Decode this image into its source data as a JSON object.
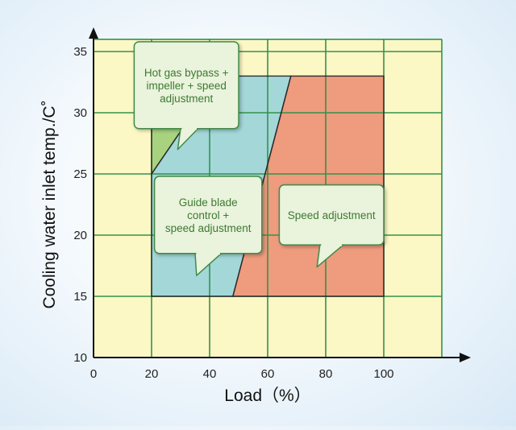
{
  "chart_data": {
    "type": "area",
    "xlabel": "Load（%）",
    "ylabel": "Cooling water inlet temp./C˚",
    "xlim": [
      0,
      120
    ],
    "ylim": [
      10,
      36
    ],
    "x_ticks": [
      0,
      20,
      40,
      60,
      80,
      100
    ],
    "y_ticks": [
      10,
      15,
      20,
      25,
      30,
      35
    ],
    "grid": true,
    "regions": [
      {
        "label": "Hot gas bypass +\nimpeller + speed\nadjustment",
        "color": "#a8d37e",
        "polygon": [
          [
            20,
            25
          ],
          [
            20,
            33
          ],
          [
            43,
            33
          ]
        ]
      },
      {
        "label": "Guide blade\ncontrol +\nspeed adjustment",
        "color": "#a3d7d8",
        "polygon": [
          [
            20,
            15
          ],
          [
            20,
            25
          ],
          [
            43,
            33
          ],
          [
            68,
            33
          ],
          [
            48,
            15
          ]
        ]
      },
      {
        "label": "Speed adjustment",
        "color": "#ee9b7e",
        "polygon": [
          [
            48,
            15
          ],
          [
            68,
            33
          ],
          [
            100,
            33
          ],
          [
            100,
            15
          ]
        ]
      }
    ]
  },
  "colors": {
    "plot_bg": "#fcf8c6",
    "grid": "#33924a",
    "axis": "#111111",
    "callout_bg": "#eaf3dc",
    "callout_border": "#42894a",
    "callout_text": "#3d7a33"
  }
}
